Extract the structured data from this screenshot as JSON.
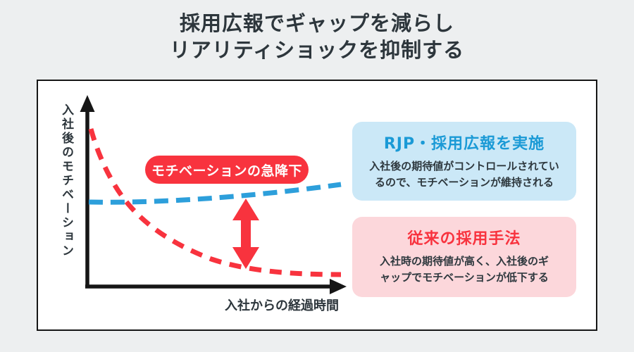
{
  "title": {
    "line1": "採用広報でギャップを減らし",
    "line2": "リアリティショックを抑制する"
  },
  "chart": {
    "y_axis_label": "入社後のモチベーション",
    "x_axis_label": "入社からの経過時間",
    "annotation": "モチベーションの急降下",
    "series": [
      {
        "name": "従来の採用手法",
        "color": "#f8333e",
        "style": "dashed",
        "trend": "starts high at joining, drops sharply, levels off low"
      },
      {
        "name": "RJP・採用広報を実施",
        "color": "#2d9fdb",
        "style": "dashed",
        "trend": "starts at middle level, stays flat with a slight rise"
      }
    ],
    "gap_arrow": "red double-headed vertical arrow showing motivation gap between the two curves"
  },
  "boxes": {
    "rjp": {
      "title": "RJP・採用広報を実施",
      "body_line1": "入社後の期待値がコントロールされてい",
      "body_line2": "るので、モチベーションが維持される"
    },
    "conventional": {
      "title": "従来の採用手法",
      "body_line1": "入社時の期待値が高く、入社後のギ",
      "body_line2": "ャップでモチベーションが低下する"
    }
  },
  "colors": {
    "red": "#f8333e",
    "blue": "#2d9fdb",
    "blue_box_bg": "#cbe8f7",
    "blue_title": "#1b9ad6",
    "pink_box_bg": "#fcd7db",
    "axis": "#161616",
    "text_dark": "#2d363c",
    "background": "#edeff0",
    "card_bg": "#ffffff"
  }
}
